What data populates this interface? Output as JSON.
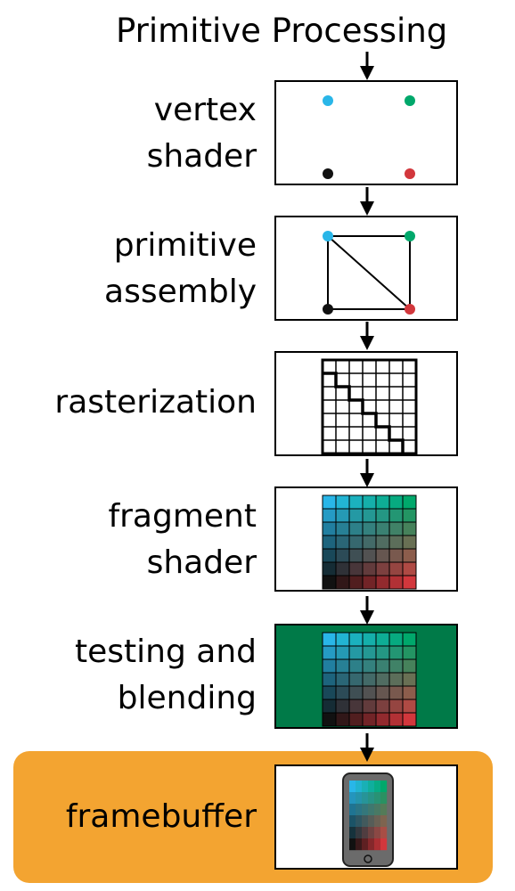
{
  "title": "Primitive Processing",
  "stages": [
    {
      "id": "vertex",
      "lines": [
        "vertex",
        "shader"
      ]
    },
    {
      "id": "assembly",
      "lines": [
        "primitive",
        "assembly"
      ]
    },
    {
      "id": "raster",
      "lines": [
        "rasterization"
      ]
    },
    {
      "id": "fragment",
      "lines": [
        "fragment",
        "shader"
      ]
    },
    {
      "id": "testing",
      "lines": [
        "testing and",
        "blending"
      ]
    },
    {
      "id": "framebuffer",
      "lines": [
        "framebuffer"
      ]
    }
  ],
  "colors": {
    "vertex_top_left": "#29b6e8",
    "vertex_top_right": "#00a86b",
    "vertex_bottom_left": "#111111",
    "vertex_bottom_right": "#d2373c",
    "testing_background": "#007a48",
    "framebuffer_highlight": "#f3a431"
  }
}
